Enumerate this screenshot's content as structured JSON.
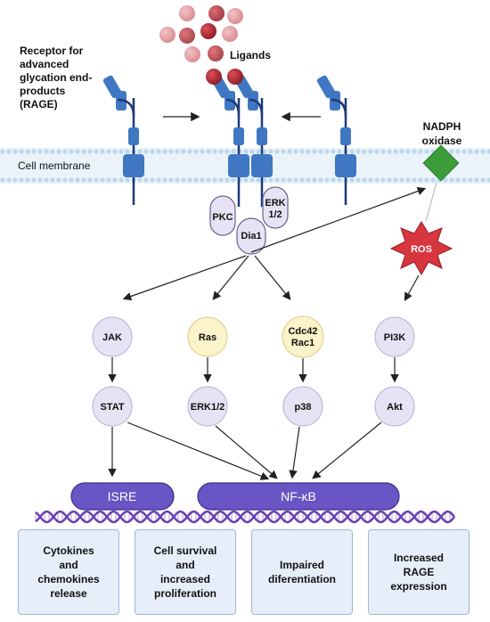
{
  "labels": {
    "receptor": "Receptor for\nadvanced\nglycation end-\nproducts\n(RAGE)",
    "ligands": "Ligands",
    "nadph": "NADPH",
    "oxidase": "oxidase",
    "membrane": "Cell membrane",
    "ros": "ROS"
  },
  "complex": {
    "pkc": "PKC",
    "erk_a": "ERK",
    "erk_b": "1/2",
    "dia1": "Dia1"
  },
  "pathways": {
    "jak": "JAK",
    "stat": "STAT",
    "ras": "Ras",
    "erk": "ERK1/2",
    "cdc_a": "Cdc42",
    "cdc_b": "Rac1",
    "p38": "p38",
    "pi3k": "PI3K",
    "akt": "Akt"
  },
  "transcription": {
    "isre": "ISRE",
    "nfkb": "NF-κB"
  },
  "outcomes": [
    "Cytokines\nand\nchemokines\nrelease",
    "Cell survival\nand\nincreased\nproliferation",
    "Impaired\ndiferentiation",
    "Increased\nRAGE\nexpression"
  ],
  "colors": {
    "membrane": "#cfe3f2",
    "receptor": "#3f77c2",
    "ligand": "#a8262f",
    "oxidase": "#3a9d3a",
    "ros": "#d8363f",
    "node_purple": "#e7e3f5",
    "node_yellow": "#fbf3c9",
    "bar": "#6a55c5",
    "dna": "#6a3fb0",
    "outcome_box": "#e6eef9"
  }
}
